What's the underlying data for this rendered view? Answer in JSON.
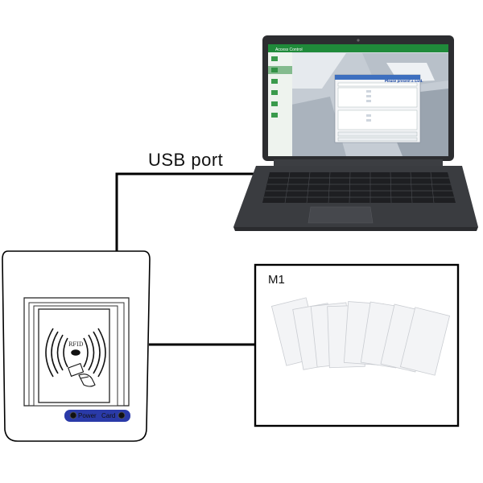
{
  "labels": {
    "usb": "USB port",
    "cards": "M1"
  },
  "laptop": {
    "app_title": "Access Control",
    "prompt": "Please present a card."
  },
  "reader": {
    "brand": "RFID",
    "led_power": "Power",
    "led_card": "Card"
  },
  "colors": {
    "line": "#000000",
    "app_header": "#1f8a3a",
    "reader_panel": "#2a3aa8",
    "laptop_body": "#3a3c40"
  },
  "icons": [
    "rfid-waves-icon",
    "hand-card-icon",
    "power-led-icon",
    "card-led-icon"
  ]
}
